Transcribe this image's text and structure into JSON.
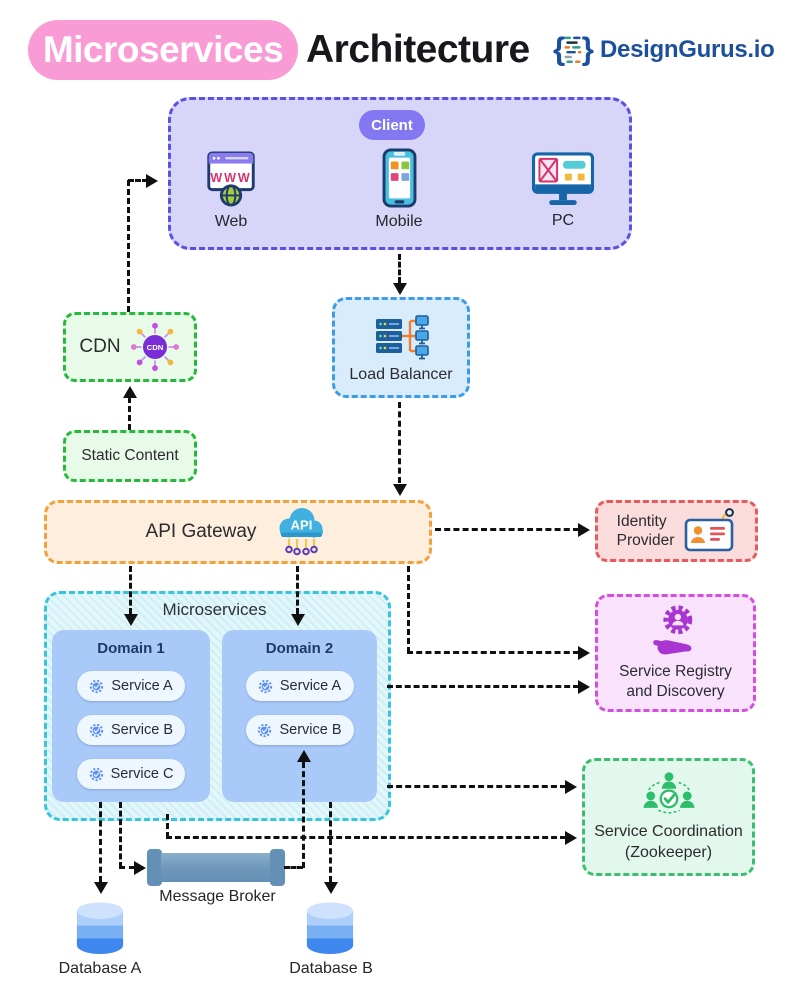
{
  "title": {
    "highlight": "Microservices",
    "rest": "Architecture",
    "brand": "DesignGurus.io"
  },
  "client": {
    "label": "Client",
    "devices": [
      {
        "label": "Web",
        "icon": "web-browser-icon",
        "icon_text": "WWW"
      },
      {
        "label": "Mobile",
        "icon": "mobile-phone-icon"
      },
      {
        "label": "PC",
        "icon": "desktop-monitor-icon"
      }
    ]
  },
  "cdn": {
    "label": "CDN",
    "icon": "cdn-network-icon",
    "icon_text": "CDN"
  },
  "static_content": {
    "label": "Static Content"
  },
  "load_balancer": {
    "label": "Load Balancer",
    "icon": "load-balancer-icon"
  },
  "api_gateway": {
    "label": "API Gateway",
    "icon": "api-cloud-icon",
    "icon_text": "API"
  },
  "identity_provider": {
    "line1": "Identity",
    "line2": "Provider",
    "icon": "id-card-icon"
  },
  "microservices": {
    "label": "Microservices",
    "domains": [
      {
        "label": "Domain 1",
        "services": [
          {
            "label": "Service A"
          },
          {
            "label": "Service B"
          },
          {
            "label": "Service C"
          }
        ]
      },
      {
        "label": "Domain 2",
        "services": [
          {
            "label": "Service A"
          },
          {
            "label": "Service B"
          }
        ]
      }
    ],
    "service_icon": "gear-icon"
  },
  "service_registry": {
    "line1": "Service Registry",
    "line2": "and Discovery",
    "icon": "gear-hand-icon"
  },
  "service_coordination": {
    "line1": "Service Coordination",
    "line2": "(Zookeeper)",
    "icon": "team-check-icon"
  },
  "message_broker": {
    "label": "Message Broker"
  },
  "databases": [
    {
      "label": "Database A"
    },
    {
      "label": "Database B"
    }
  ],
  "colors": {
    "title_pill": "#f99bd4",
    "brand_blue": "#1d4f9f",
    "client_fill": "#d8d6f8",
    "client_border": "#5c50e2",
    "client_badge": "#8478f2",
    "green_fill": "#e8fbe8",
    "green_border": "#27b93c",
    "load_balancer_fill": "#d9ecfc",
    "load_balancer_border": "#3d9ce8",
    "gateway_fill": "#fdeedd",
    "gateway_border": "#f0a23f",
    "identity_fill": "#fadcdc",
    "identity_border": "#e65c5c",
    "microservices_fill": "#e3f6fa",
    "microservices_border": "#38c5dc",
    "domain_fill": "#a9c9f8",
    "service_pill_fill": "#eef6fe",
    "registry_fill": "#f9e2fc",
    "registry_border": "#d44fe0",
    "coordination_fill": "#e2f8ec",
    "coordination_border": "#3cbd72",
    "broker_fill": "#6590b5",
    "database_fill": "#3d87ee",
    "arrow": "#101010"
  }
}
